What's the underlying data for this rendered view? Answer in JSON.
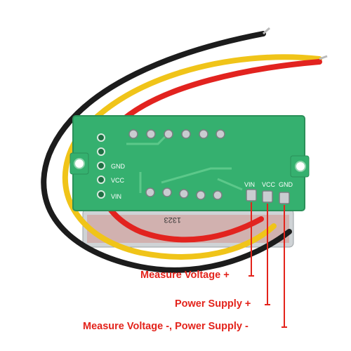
{
  "board": {
    "left_labels": [
      "GND",
      "VCC",
      "VIN"
    ],
    "connector_labels": [
      "VIN",
      "VCC",
      "GND"
    ],
    "bottom_marking": "1323"
  },
  "callouts": [
    {
      "text": "Measure Voltage +"
    },
    {
      "text": "Power Supply +"
    },
    {
      "text": "Measure Voltage -, Power Supply -"
    }
  ],
  "colors": {
    "callout": "#e3231b",
    "pcb": "#35b06f",
    "wire_red": "#e2231f",
    "wire_yellow": "#f0c419",
    "wire_black": "#1c1c1c"
  }
}
